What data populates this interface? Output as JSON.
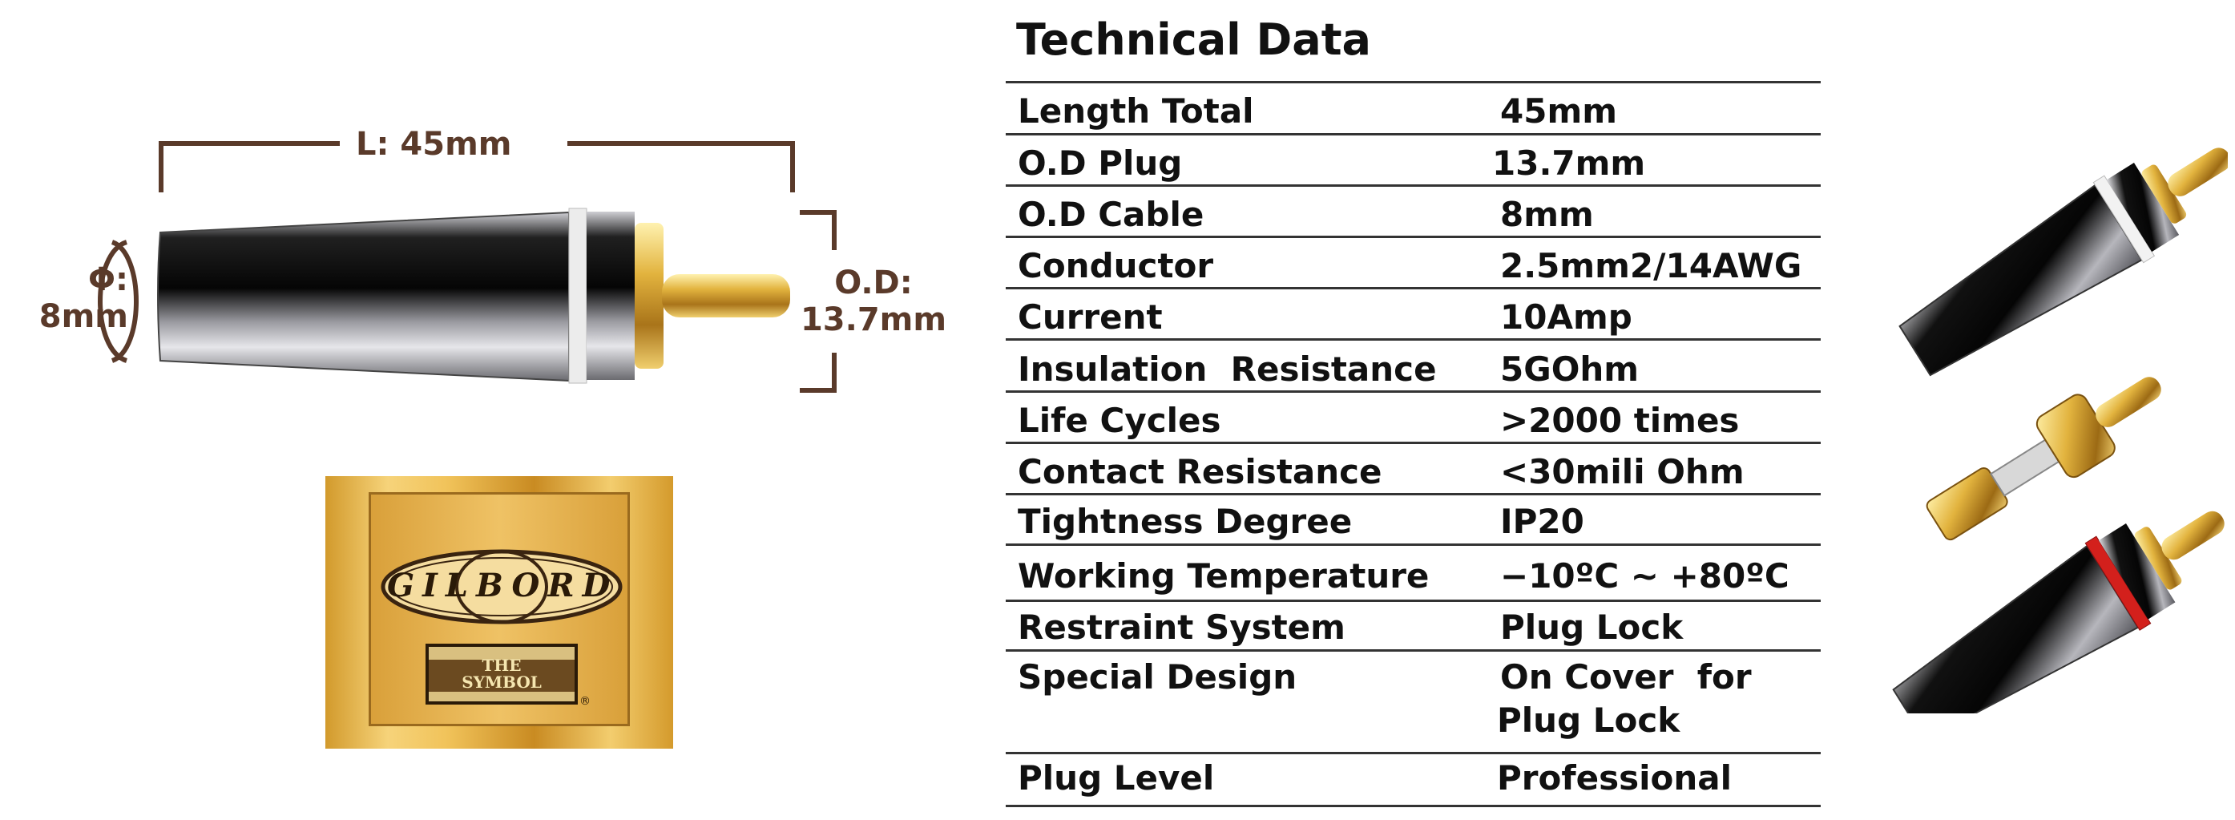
{
  "diagram": {
    "length_label": "L: 45mm",
    "phi_label_line1": "Φ:",
    "phi_label_line2": "8mm",
    "od_label_line1": "O.D:",
    "od_label_line2": "13.7mm"
  },
  "logo": {
    "brand": "GILBORD",
    "mark_line1": "THE",
    "mark_line2": "SYMBOL",
    "registered": "®"
  },
  "technical_data": {
    "title": "Technical Data",
    "rows": [
      {
        "label": "Length Total",
        "value": "45mm"
      },
      {
        "label": "O.D Plug",
        "value": "13.7mm"
      },
      {
        "label": "O.D Cable",
        "value": "8mm"
      },
      {
        "label": "Conductor",
        "value": "2.5mm2/14AWG"
      },
      {
        "label": "Current",
        "value": "10Amp"
      },
      {
        "label": "Insulation  Resistance",
        "value": "5GOhm"
      },
      {
        "label": "Life Cycles",
        "value": ">2000 times"
      },
      {
        "label": "Contact Resistance",
        "value": "<30mili Ohm"
      },
      {
        "label": "Tightness Degree",
        "value": "IP20"
      },
      {
        "label": "Working Temperature",
        "value": "−10ºC ~ +80ºC"
      },
      {
        "label": "Restraint System",
        "value": "Plug Lock"
      },
      {
        "label": "Special Design",
        "value": "On Cover  for",
        "value_line2": "Plug Lock"
      },
      {
        "label": "Plug Level",
        "value": "Professional"
      }
    ]
  },
  "colors": {
    "dimension_brown": "#5a3a2a",
    "gold": "#e2b33e",
    "red_ring": "#d3201c"
  }
}
